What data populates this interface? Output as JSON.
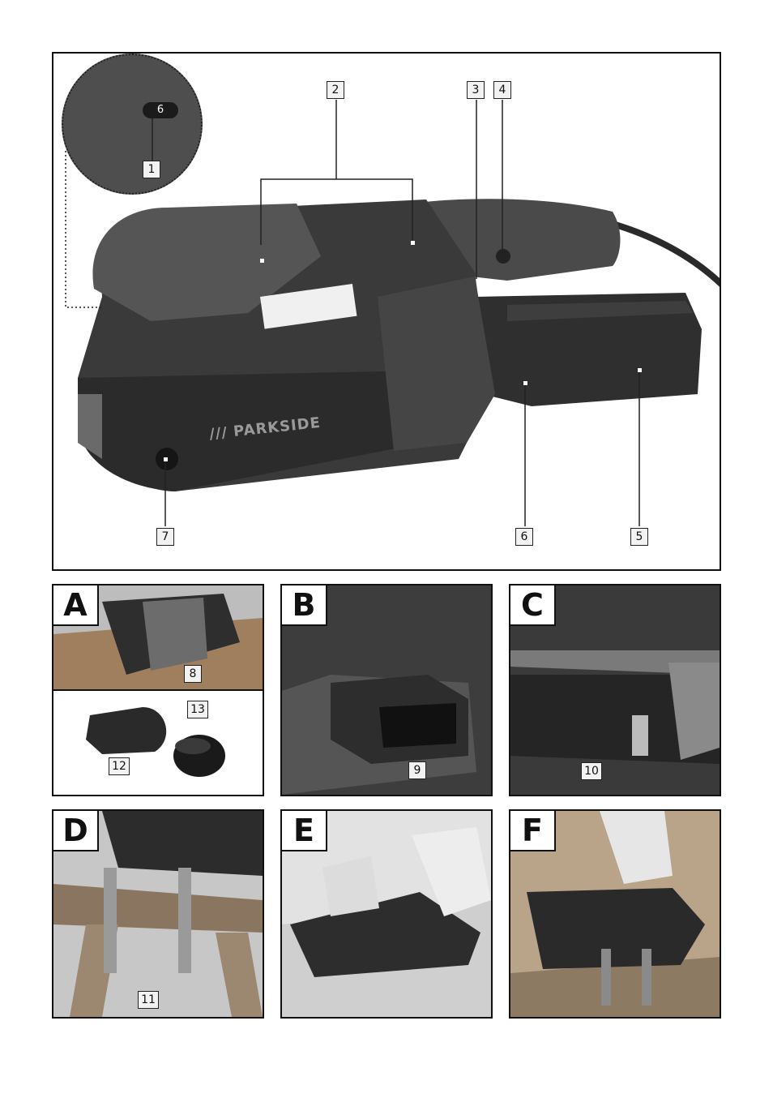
{
  "main_figure": {
    "callouts": [
      "1",
      "2",
      "3",
      "4",
      "5",
      "6",
      "7"
    ],
    "dial_reading": "6",
    "brand_logo": "/// PARKSIDE"
  },
  "panels": [
    {
      "letter": "A",
      "callouts": [
        "8",
        "12",
        "13"
      ]
    },
    {
      "letter": "B",
      "callouts": [
        "9"
      ]
    },
    {
      "letter": "C",
      "callouts": [
        "10"
      ]
    },
    {
      "letter": "D",
      "callouts": [
        "11"
      ]
    },
    {
      "letter": "E",
      "callouts": []
    },
    {
      "letter": "F",
      "callouts": []
    }
  ],
  "colors": {
    "frame": "#111111",
    "callout_bg": "#f2f2f2",
    "tool_dark": "#3a3a3a",
    "tool_mid": "#5a5a5a",
    "photo_bg": "#d8d8d8"
  }
}
